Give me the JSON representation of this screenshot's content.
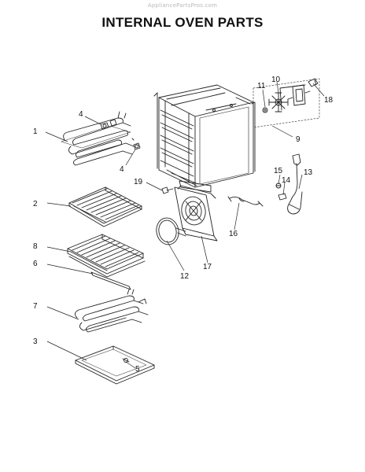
{
  "watermark": "AppliancePartsPros.com",
  "title": "INTERNAL OVEN PARTS",
  "callouts": [
    {
      "id": "1",
      "label": "1"
    },
    {
      "id": "2",
      "label": "2"
    },
    {
      "id": "3",
      "label": "3"
    },
    {
      "id": "4a",
      "label": "4"
    },
    {
      "id": "4b",
      "label": "4"
    },
    {
      "id": "5",
      "label": "5"
    },
    {
      "id": "6",
      "label": "6"
    },
    {
      "id": "7",
      "label": "7"
    },
    {
      "id": "8",
      "label": "8"
    },
    {
      "id": "9",
      "label": "9"
    },
    {
      "id": "10",
      "label": "10"
    },
    {
      "id": "11",
      "label": "11"
    },
    {
      "id": "12",
      "label": "12"
    },
    {
      "id": "13",
      "label": "13"
    },
    {
      "id": "14",
      "label": "14"
    },
    {
      "id": "15",
      "label": "15"
    },
    {
      "id": "16",
      "label": "16"
    },
    {
      "id": "17",
      "label": "17"
    },
    {
      "id": "18",
      "label": "18"
    },
    {
      "id": "19",
      "label": "19"
    }
  ]
}
